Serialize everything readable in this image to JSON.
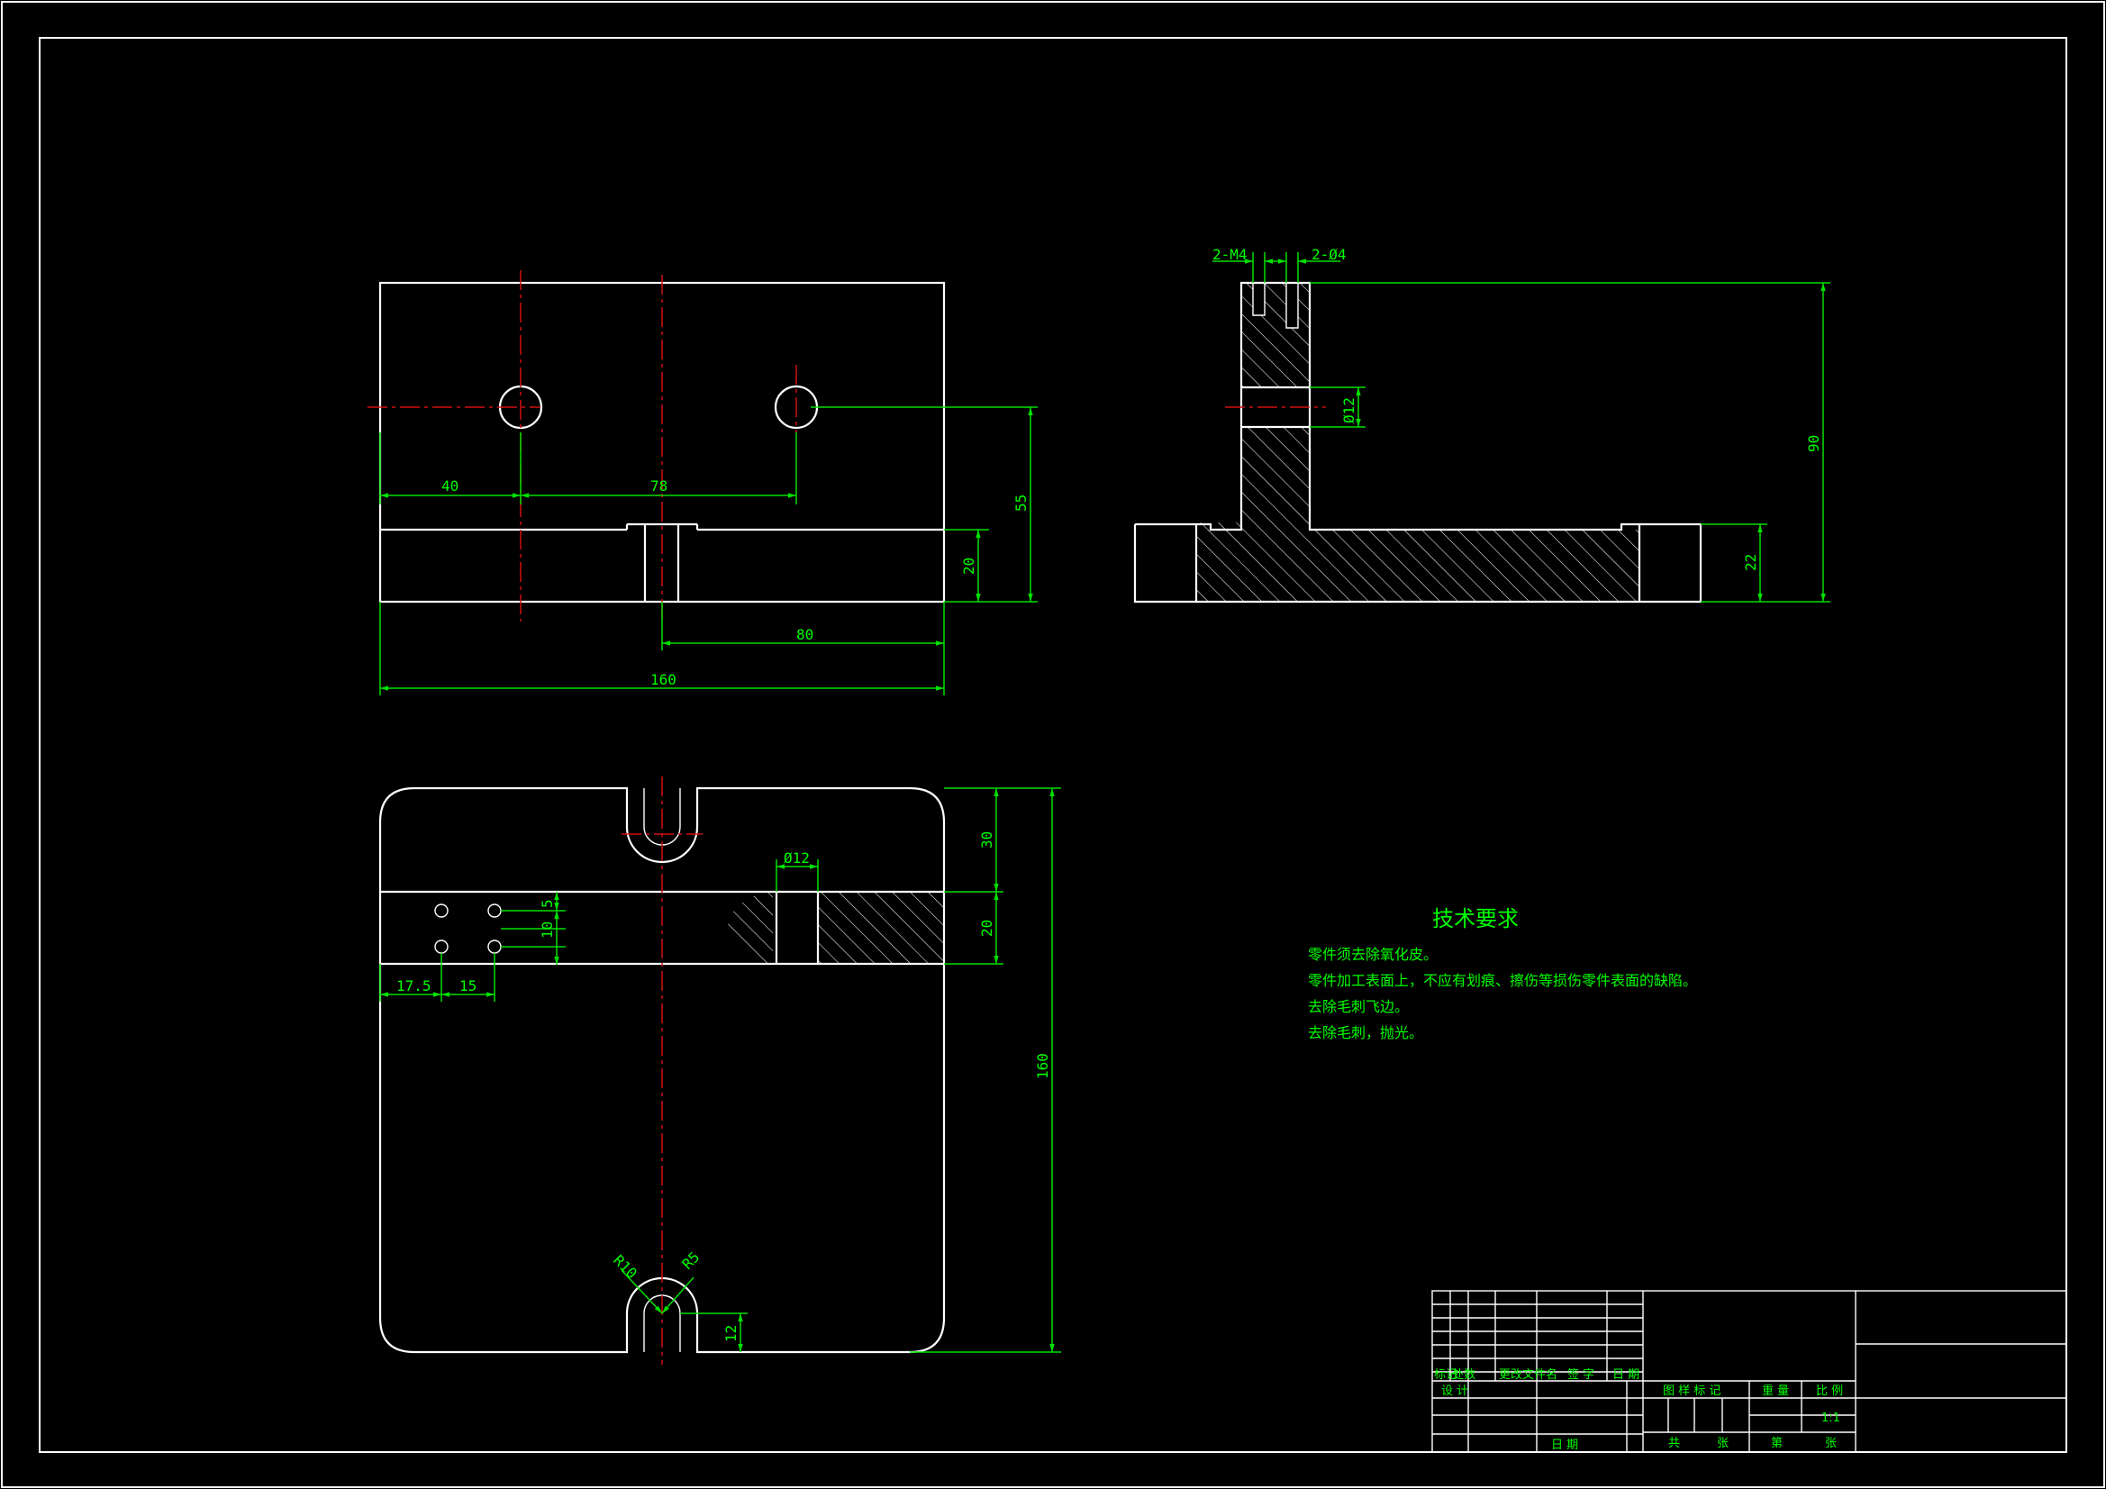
{
  "dimensions": {
    "front_40": "40",
    "front_78": "78",
    "front_55": "55",
    "front_20": "20",
    "front_80": "80",
    "front_160": "160",
    "side_2m4": "2-M4",
    "side_2phi4": "2-Ø4",
    "side_phi12": "Ø12",
    "side_90": "90",
    "side_22": "22",
    "plan_phi12": "Ø12",
    "plan_30": "30",
    "plan_20": "20",
    "plan_160": "160",
    "plan_5": "5",
    "plan_10": "10",
    "plan_17_5": "17.5",
    "plan_15": "15",
    "plan_r10": "R10",
    "plan_r5": "R5",
    "plan_12": "12"
  },
  "technical_requirements": {
    "title": "技术要求",
    "items": [
      "零件须去除氧化皮。",
      "零件加工表面上，不应有划痕、擦伤等损伤零件表面的缺陷。",
      "去除毛刺飞边。",
      "去除毛刺，抛光。"
    ]
  },
  "title_block": {
    "mark": "标记",
    "count": "处数",
    "change_doc": "更改文件名",
    "signature": "签 字",
    "date": "日 期",
    "design": "设 计",
    "date2": "日 期",
    "stage_mark": "图 样 标 记",
    "weight": "重 量",
    "scale": "比 例",
    "scale_value": "1:1",
    "total": "共",
    "sheet_unit": "张",
    "page": "第",
    "sheet_unit2": "张"
  },
  "colors": {
    "background": "#000000",
    "geometry": "#ffffff",
    "dimension": "#00ff00",
    "centerline": "#d01010"
  }
}
